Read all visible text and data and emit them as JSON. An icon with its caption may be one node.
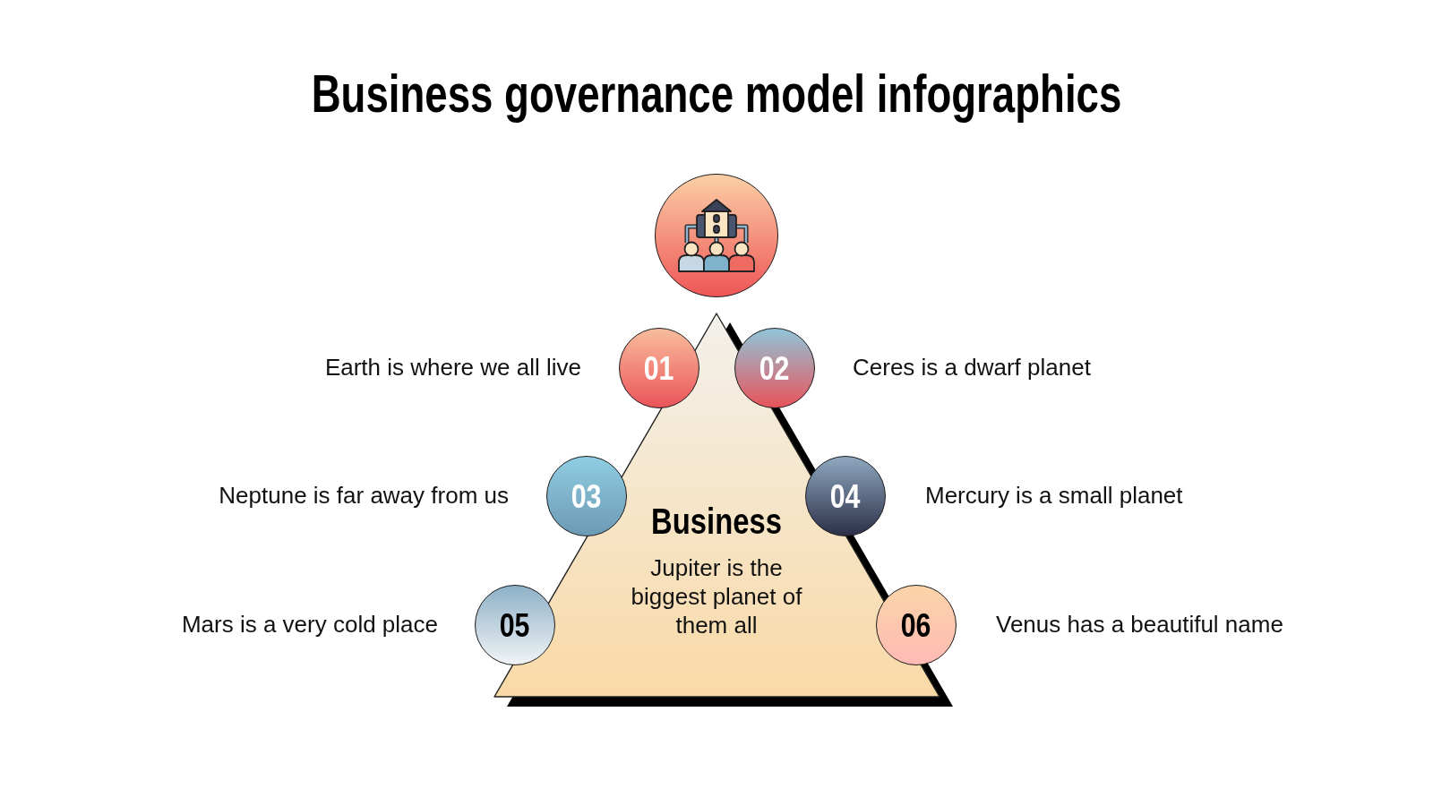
{
  "diagram": {
    "title": "Business governance model infographics",
    "nodes": [
      {
        "text": [],
        "shape": "circle"
      },
      {
        "text": [
          "Business",
          "Jupiter is the biggest planet of them all"
        ]
      },
      {
        "text": [
          "01"
        ]
      },
      {
        "text": [
          "02"
        ]
      },
      {
        "text": [
          "03"
        ]
      },
      {
        "text": [
          "04"
        ]
      },
      {
        "text": [
          "05"
        ]
      },
      {
        "text": [
          "06"
        ]
      }
    ],
    "labels": [
      "Earth is where we all live",
      "Ceres is a dwarf planet",
      "Neptune is far away from us",
      "Mercury is a small planet",
      "Mars is a very cold place",
      "Venus has a beautiful name"
    ]
  }
}
